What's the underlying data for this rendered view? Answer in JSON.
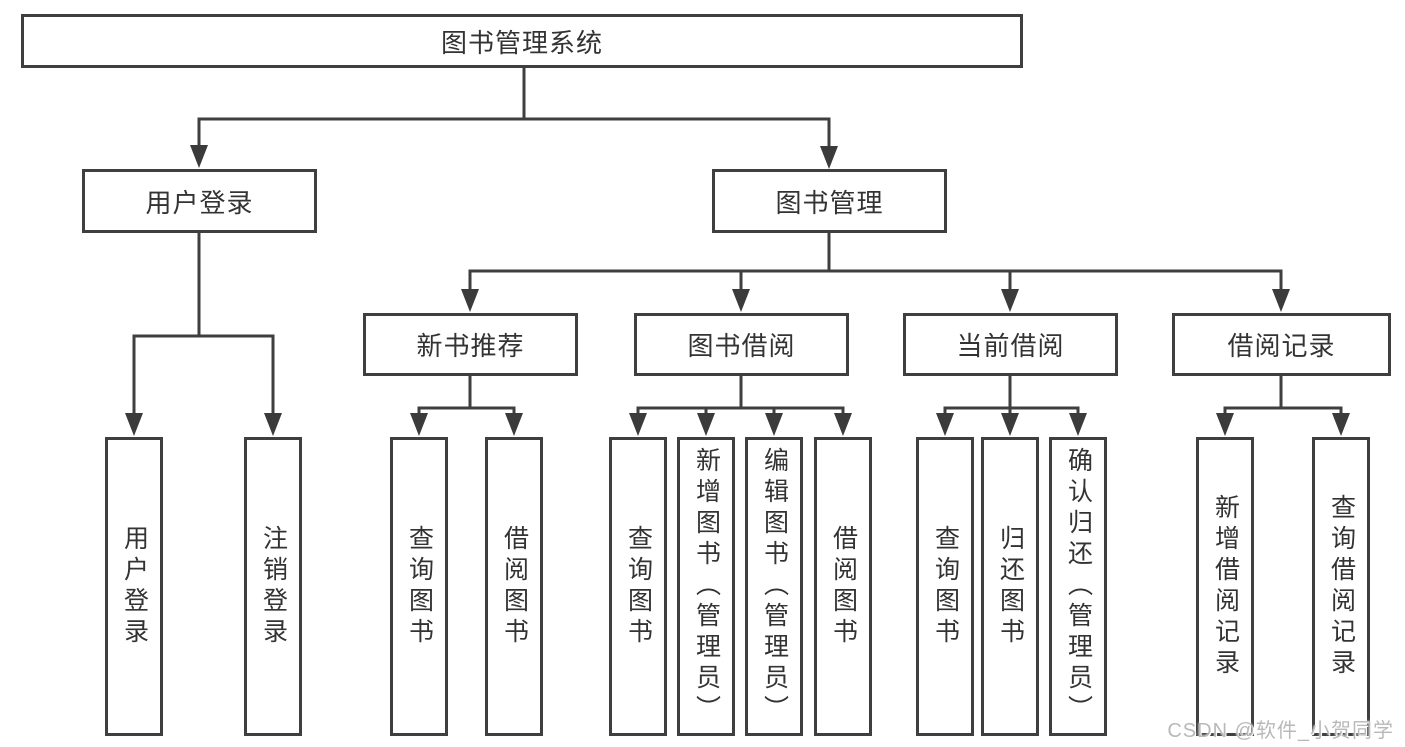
{
  "tree": {
    "label": "图书管理系统",
    "children": [
      {
        "label": "用户登录",
        "children": [
          {
            "label": "用户登录"
          },
          {
            "label": "注销登录"
          }
        ]
      },
      {
        "label": "图书管理",
        "children": [
          {
            "label": "新书推荐",
            "children": [
              {
                "label": "查询图书"
              },
              {
                "label": "借阅图书"
              }
            ]
          },
          {
            "label": "图书借阅",
            "children": [
              {
                "label": "查询图书"
              },
              {
                "label": "新增图书（管理员）"
              },
              {
                "label": "编辑图书（管理员）"
              },
              {
                "label": "借阅图书"
              }
            ]
          },
          {
            "label": "当前借阅",
            "children": [
              {
                "label": "查询图书"
              },
              {
                "label": "归还图书"
              },
              {
                "label": "确认归还（管理员）"
              }
            ]
          },
          {
            "label": "借阅记录",
            "children": [
              {
                "label": "新增借阅记录"
              },
              {
                "label": "查询借阅记录"
              }
            ]
          }
        ]
      }
    ]
  },
  "colors": {
    "line": "#3f3f3f",
    "text": "#333333",
    "background": "#ffffff",
    "watermark": "#b9b9b9"
  },
  "watermark": {
    "text": "CSDN @软件_小贺同学"
  }
}
